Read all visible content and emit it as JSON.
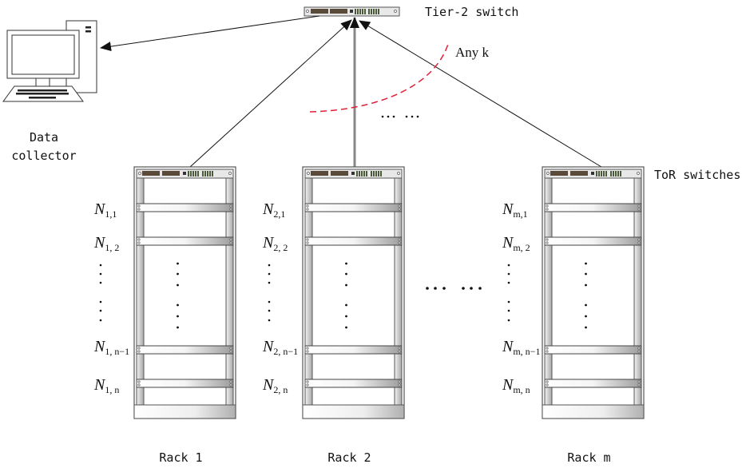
{
  "labels": {
    "tier2_switch": "Tier-2 switch",
    "any_k": "Any k",
    "data_collector_line1": "Data",
    "data_collector_line2": "collector",
    "tor_switches": "ToR switches",
    "top_ellipsis": "⋯ ⋯",
    "middle_ellipsis": "⋯ ⋯"
  },
  "racks": [
    {
      "name": "Rack 1",
      "nodes": [
        {
          "base": "N",
          "sub": "1,1"
        },
        {
          "base": "N",
          "sub": "1, 2"
        },
        {
          "base": "N",
          "sub": "1, n−1"
        },
        {
          "base": "N",
          "sub": "1, n"
        }
      ]
    },
    {
      "name": "Rack 2",
      "nodes": [
        {
          "base": "N",
          "sub": "2,1"
        },
        {
          "base": "N",
          "sub": "2, 2"
        },
        {
          "base": "N",
          "sub": "2, n−1"
        },
        {
          "base": "N",
          "sub": "2, n"
        }
      ]
    },
    {
      "name": "Rack m",
      "nodes": [
        {
          "base": "N",
          "sub": "m,1"
        },
        {
          "base": "N",
          "sub": "m, 2"
        },
        {
          "base": "N",
          "sub": "m, n−1"
        },
        {
          "base": "N",
          "sub": "m, n"
        }
      ]
    }
  ],
  "colors": {
    "dashed_arc": "#e0203a",
    "line": "#222222",
    "vertical_arrow": "#888888",
    "rack_frame": "#555555"
  }
}
